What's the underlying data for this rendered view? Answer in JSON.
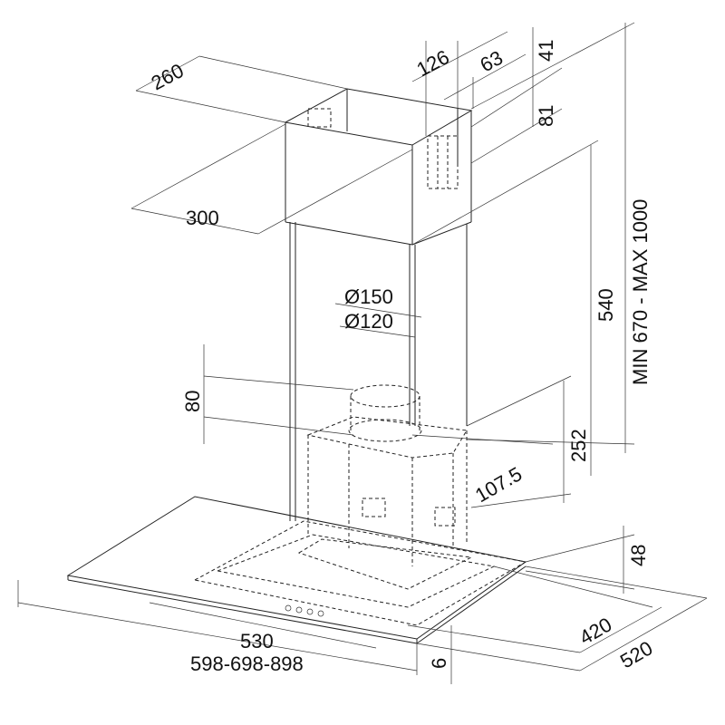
{
  "dimensions": {
    "chimney_depth": "260",
    "chimney_width": "300",
    "vent_offset_1": "126",
    "vent_offset_2": "63",
    "top_offset_1": "41",
    "top_offset_2": "81",
    "upper_height": "540",
    "total_height": "MIN 670 - MAX 1000",
    "duct_outer": "Ø150",
    "duct_inner": "Ø120",
    "collar_height": "80",
    "motor_height": "252",
    "motor_offset": "107.5",
    "hood_height": "48",
    "hood_depth_inner": "420",
    "hood_depth": "520",
    "hood_width_inner": "530",
    "hood_width": "598-698-898",
    "glass_thickness": "6"
  }
}
